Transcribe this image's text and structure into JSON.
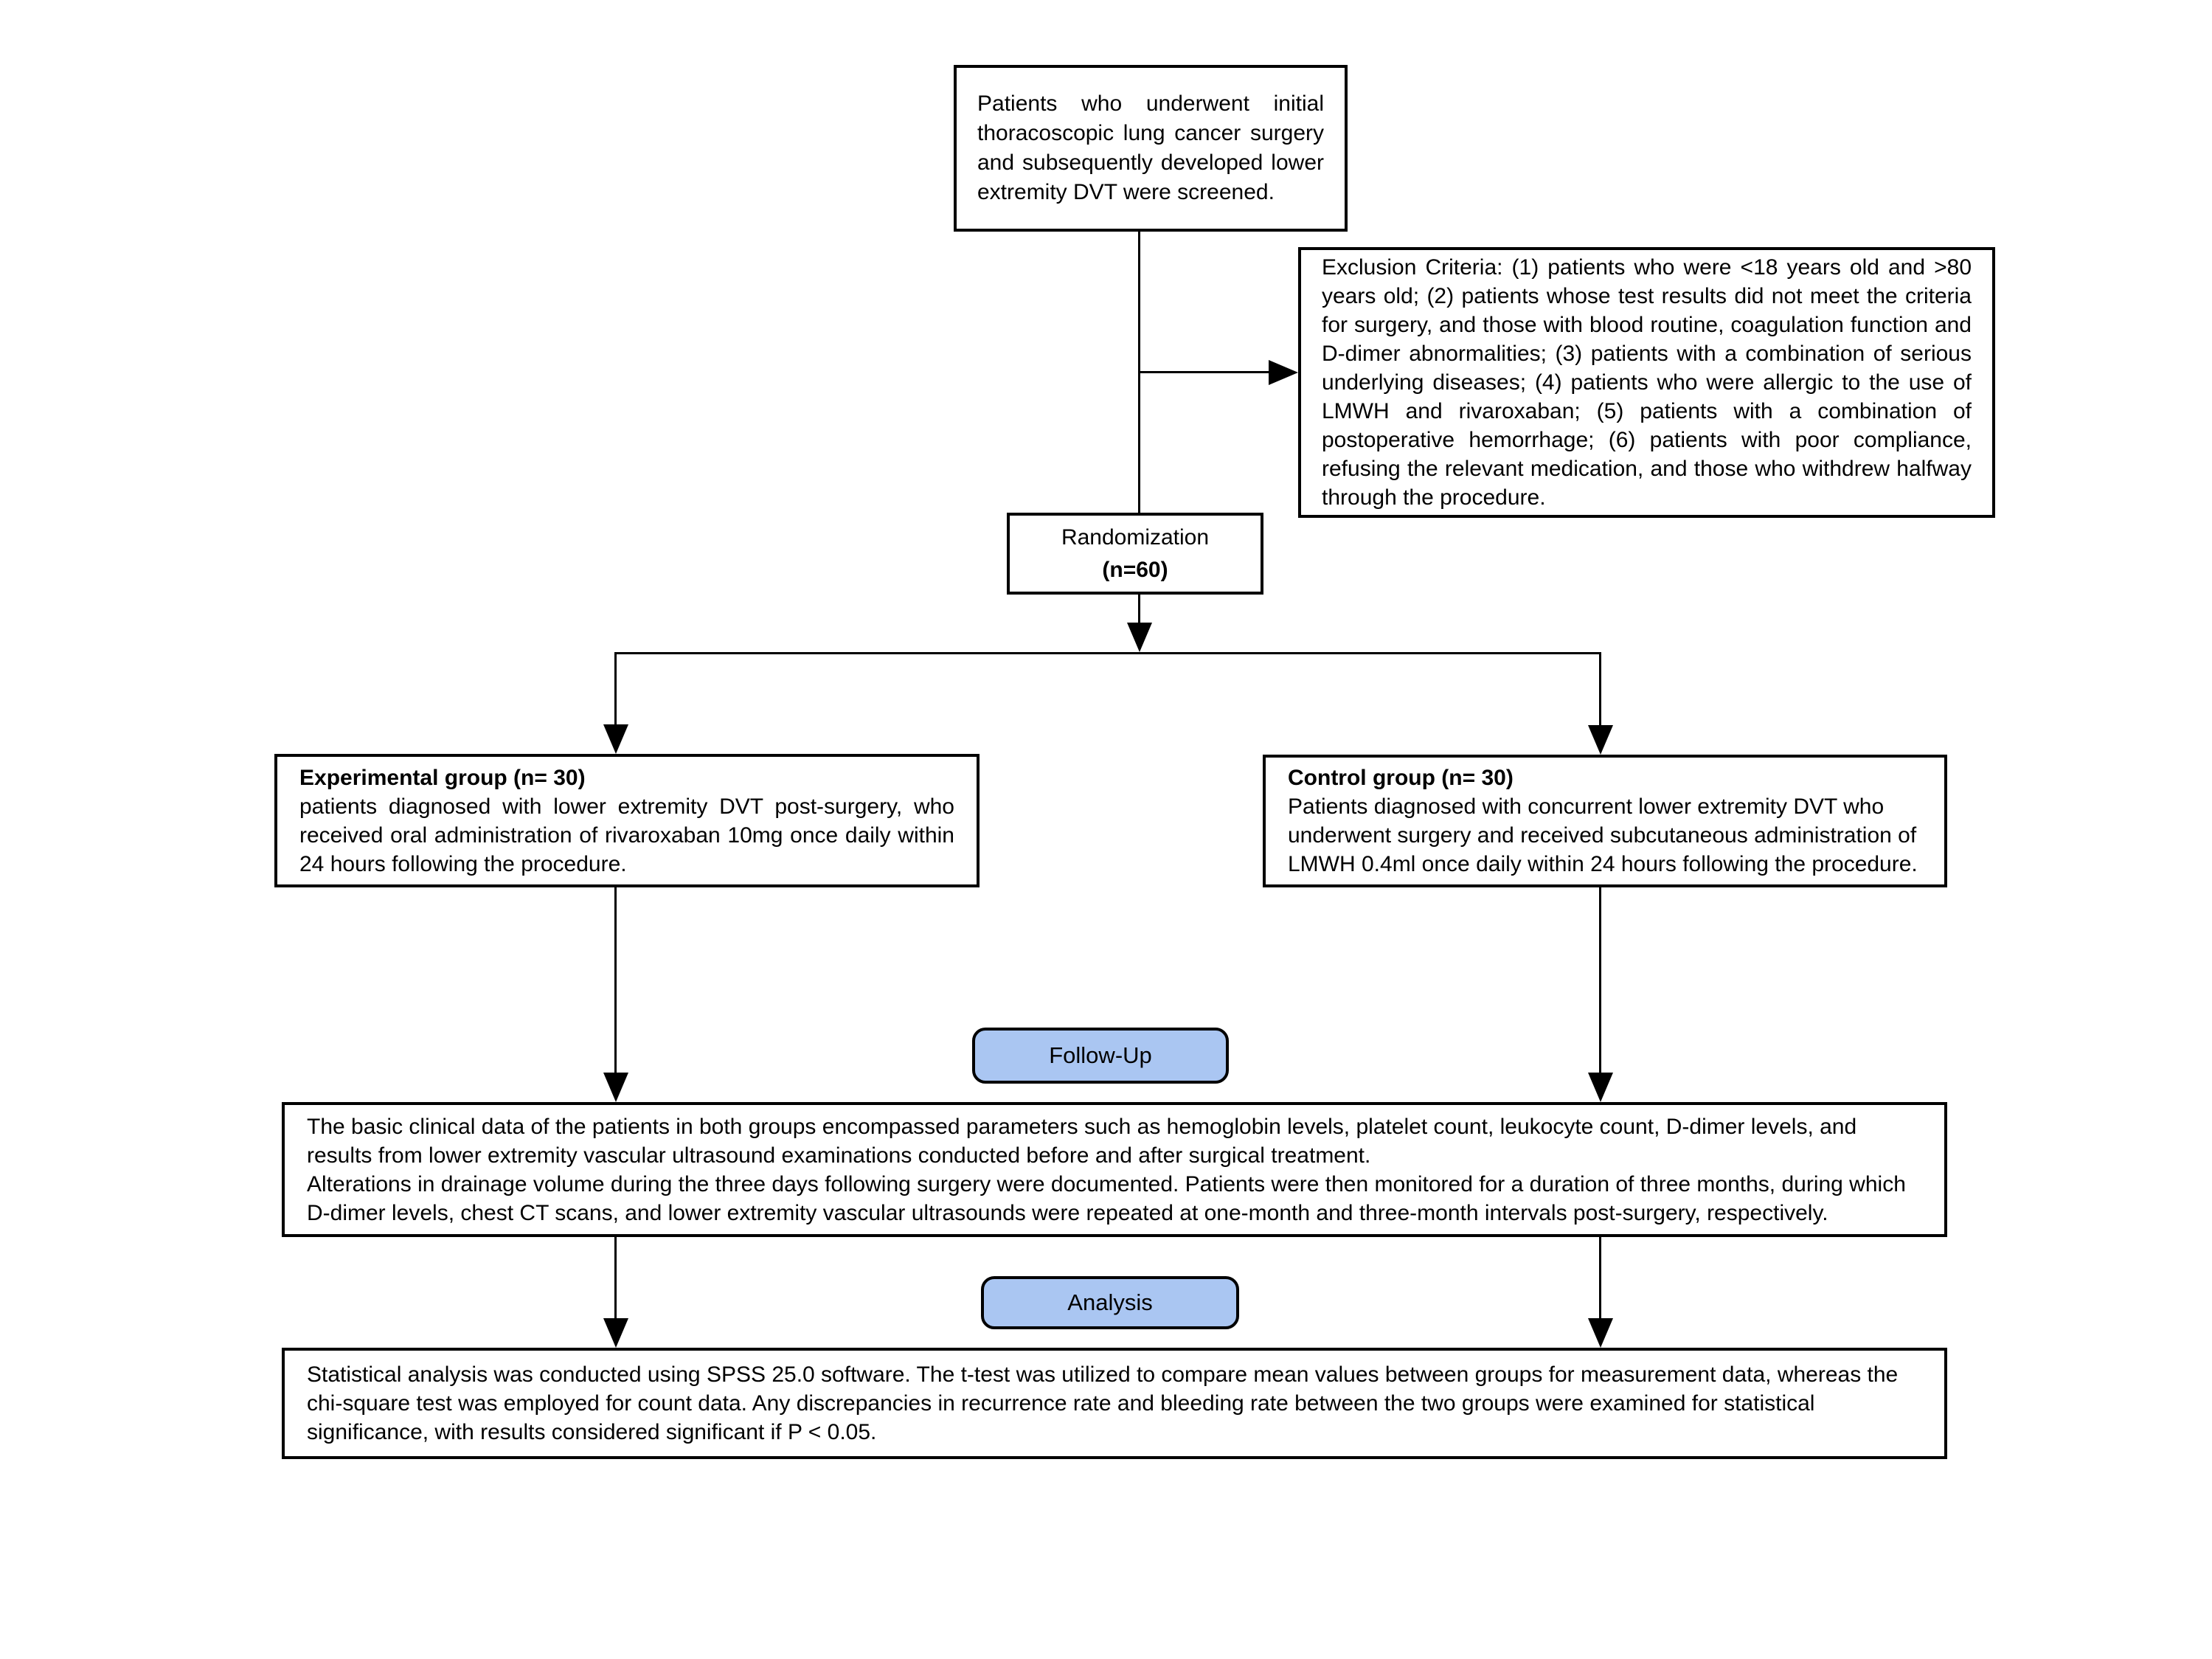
{
  "diagram": {
    "screened": "Patients who underwent initial thoracoscopic lung cancer surgery and subsequently developed lower extremity DVT were screened.",
    "exclusion": "Exclusion Criteria: (1) patients who were <18 years old and >80 years old; (2) patients whose test results did not meet the criteria for surgery, and those with blood routine, coagulation function and D-dimer abnormalities; (3) patients with a combination of serious underlying diseases; (4) patients who were allergic to the use of LMWH and rivaroxaban; (5) patients with a combination of postoperative hemorrhage; (6) patients with poor compliance, refusing the relevant medication, and those who withdrew halfway through the procedure.",
    "randomization_title": "Randomization",
    "randomization_n": "(n=60)",
    "experimental_title": "Experimental group (n= 30)",
    "experimental_body": "patients diagnosed with lower extremity DVT post-surgery, who received oral administration of rivaroxaban 10mg once daily within 24 hours following the procedure.",
    "control_title": "Control group (n= 30)",
    "control_body": "Patients diagnosed with concurrent lower extremity DVT who underwent surgery and received subcutaneous administration of LMWH 0.4ml once daily within 24 hours following the procedure.",
    "followup_label": "Follow-Up",
    "monitoring_para1": "The basic clinical data of the patients in both groups encompassed parameters such as hemoglobin levels, platelet count, leukocyte count, D-dimer levels, and results from lower extremity vascular ultrasound examinations conducted before and after surgical treatment.",
    "monitoring_para2": "Alterations in drainage volume during the three days following surgery were documented. Patients were then monitored for a duration of three months, during which D-dimer levels, chest CT scans, and lower extremity vascular ultrasounds were repeated at one-month and three-month intervals post-surgery, respectively.",
    "analysis_label": "Analysis",
    "statistics": "Statistical analysis was conducted using SPSS 25.0 software. The t-test was utilized to compare mean values between groups for measurement data, whereas the chi-square test was employed for count data. Any discrepancies in recurrence rate and bleeding rate between the two groups were examined for statistical significance, with results considered significant if P < 0.05."
  },
  "colors": {
    "pill_fill": "#aac6f2",
    "line": "#000000",
    "background": "#ffffff"
  }
}
